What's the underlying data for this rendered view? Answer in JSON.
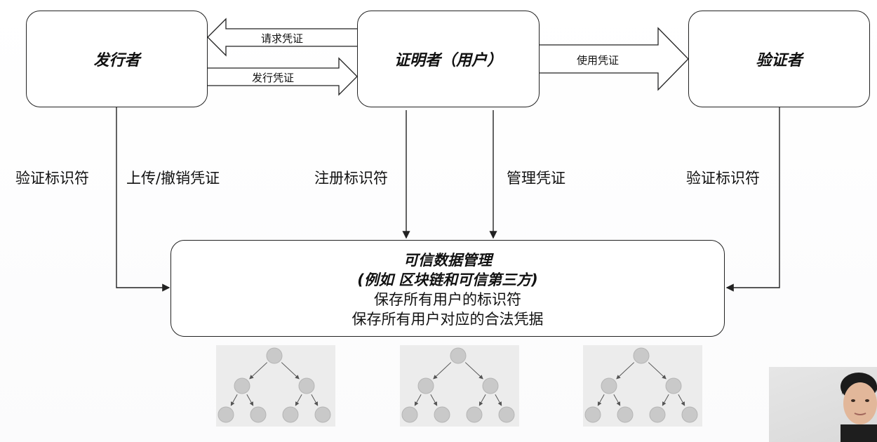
{
  "actors": {
    "issuer": "发行者",
    "holder": "证明者（用户）",
    "verifier": "验证者"
  },
  "arrows": {
    "request_credential": "请求凭证",
    "issue_credential": "发行凭证",
    "use_credential": "使用凭证"
  },
  "vertical_labels": {
    "issuer_verify_id": "验证标识符",
    "issuer_upload_revoke": "上传/撤销凭证",
    "holder_register_id": "注册标识符",
    "holder_manage_credential": "管理凭证",
    "verifier_verify_id": "验证标识符"
  },
  "trusted_data": {
    "title": "可信数据管理",
    "subtitle": "(例如 区块链和可信第三方)",
    "line1": "保存所有用户的标识符",
    "line2": "保存所有用户对应的合法凭据"
  },
  "colors": {
    "border": "#222222",
    "tree_bg": "#ececec",
    "tree_node": "#c9c9c9"
  }
}
